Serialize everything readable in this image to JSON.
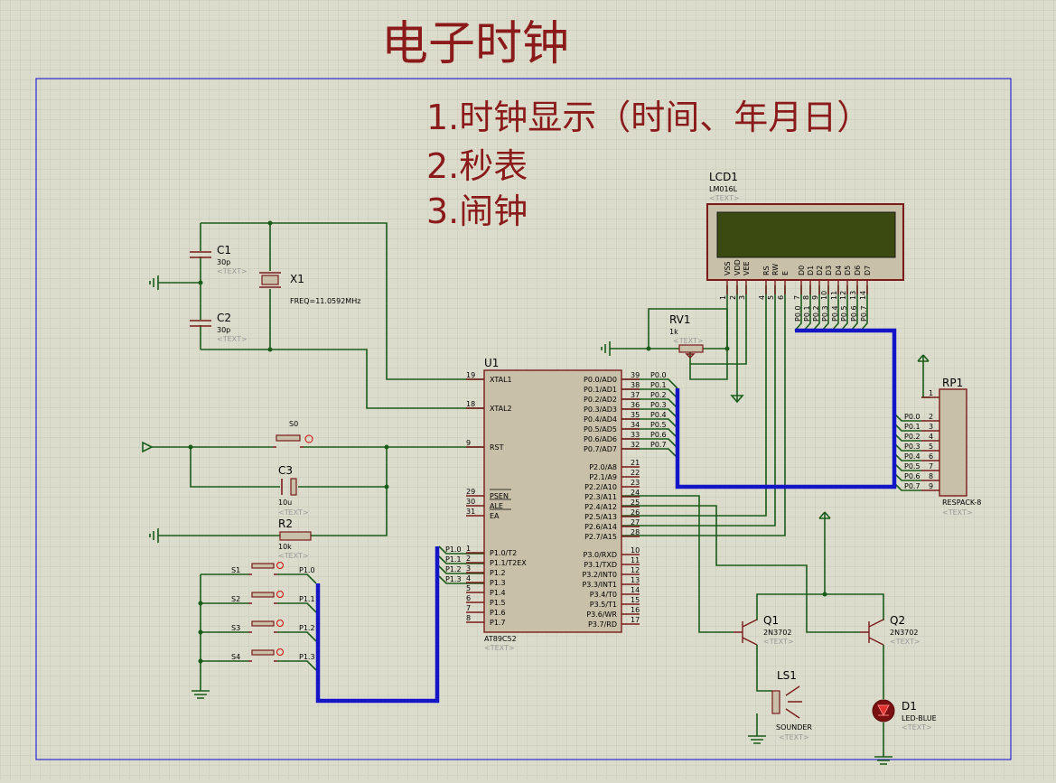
{
  "title": "电子时钟",
  "features": [
    "1.时钟显示（时间、年月日）",
    "2.秒表",
    "3.闹钟"
  ],
  "placeholder": "<TEXT>",
  "colors": {
    "background": "#dcdccc",
    "wire": "#1a5c1a",
    "bus": "#1515c8",
    "body": "#c8c0a8",
    "outline": "#7a1a1a",
    "title": "#8b1a1a",
    "lcd_screen": "#3a4a10"
  },
  "components": {
    "lcd1": {
      "ref": "LCD1",
      "value": "LM016L",
      "pins": [
        "VSS",
        "VDD",
        "VEE",
        "RS",
        "RW",
        "E",
        "D0",
        "D1",
        "D2",
        "D3",
        "D4",
        "D5",
        "D6",
        "D7"
      ],
      "pin_numbers": [
        "1",
        "2",
        "3",
        "4",
        "5",
        "6",
        "7",
        "8",
        "9",
        "10",
        "11",
        "12",
        "13",
        "14"
      ],
      "nets": [
        "P0.0",
        "P0.1",
        "P0.2",
        "P0.3",
        "P0.4",
        "P0.5",
        "P0.6",
        "P0.7"
      ]
    },
    "c1": {
      "ref": "C1",
      "value": "30p"
    },
    "c2": {
      "ref": "C2",
      "value": "30p"
    },
    "x1": {
      "ref": "X1",
      "value": "FREQ=11.0592MHz"
    },
    "rv1": {
      "ref": "RV1",
      "value": "1k"
    },
    "u1": {
      "ref": "U1",
      "value": "AT89C52",
      "left_pins": [
        [
          "XTAL1",
          "19"
        ],
        [
          "XTAL2",
          "18"
        ],
        [
          "RST",
          "9"
        ],
        [
          "PSEN",
          "29"
        ],
        [
          "ALE",
          "30"
        ],
        [
          "EA",
          "31"
        ],
        [
          "P1.0/T2",
          "1"
        ],
        [
          "P1.1/T2EX",
          "2"
        ],
        [
          "P1.2",
          "3"
        ],
        [
          "P1.3",
          "4"
        ],
        [
          "P1.4",
          "5"
        ],
        [
          "P1.5",
          "6"
        ],
        [
          "P1.6",
          "7"
        ],
        [
          "P1.7",
          "8"
        ]
      ],
      "right_p0": [
        [
          "P0.0/AD0",
          "39"
        ],
        [
          "P0.1/AD1",
          "38"
        ],
        [
          "P0.2/AD2",
          "37"
        ],
        [
          "P0.3/AD3",
          "36"
        ],
        [
          "P0.4/AD4",
          "35"
        ],
        [
          "P0.5/AD5",
          "34"
        ],
        [
          "P0.6/AD6",
          "33"
        ],
        [
          "P0.7/AD7",
          "32"
        ]
      ],
      "right_p2": [
        [
          "P2.0/A8",
          "21"
        ],
        [
          "P2.1/A9",
          "22"
        ],
        [
          "P2.2/A10",
          "23"
        ],
        [
          "P2.3/A11",
          "24"
        ],
        [
          "P2.4/A12",
          "25"
        ],
        [
          "P2.5/A13",
          "26"
        ],
        [
          "P2.6/A14",
          "27"
        ],
        [
          "P2.7/A15",
          "28"
        ]
      ],
      "right_p3": [
        [
          "P3.0/RXD",
          "10"
        ],
        [
          "P3.1/TXD",
          "11"
        ],
        [
          "P3.2/INT0",
          "12"
        ],
        [
          "P3.3/INT1",
          "13"
        ],
        [
          "P3.4/T0",
          "14"
        ],
        [
          "P3.5/T1",
          "15"
        ],
        [
          "P3.6/WR",
          "16"
        ],
        [
          "P3.7/RD",
          "17"
        ]
      ],
      "p0_nets": [
        "P0.0",
        "P0.1",
        "P0.2",
        "P0.3",
        "P0.4",
        "P0.5",
        "P0.6",
        "P0.7"
      ],
      "p1_nets": [
        "P1.0",
        "P1.1",
        "P1.2",
        "P1.3"
      ]
    },
    "s0": {
      "ref": "S0"
    },
    "c3": {
      "ref": "C3",
      "value": "10u"
    },
    "r2": {
      "ref": "R2",
      "value": "10k"
    },
    "switches": [
      {
        "ref": "S1",
        "net": "P1.0"
      },
      {
        "ref": "S2",
        "net": "P1.1"
      },
      {
        "ref": "S3",
        "net": "P1.2"
      },
      {
        "ref": "S4",
        "net": "P1.3"
      }
    ],
    "rp1": {
      "ref": "RP1",
      "value": "RESPACK-8",
      "pin_numbers": [
        "1",
        "2",
        "3",
        "4",
        "5",
        "6",
        "7",
        "8",
        "9"
      ],
      "nets": [
        "P0.0",
        "P0.1",
        "P0.2",
        "P0.3",
        "P0.4",
        "P0.5",
        "P0.6",
        "P0.7"
      ]
    },
    "q1": {
      "ref": "Q1",
      "value": "2N3702"
    },
    "q2": {
      "ref": "Q2",
      "value": "2N3702"
    },
    "ls1": {
      "ref": "LS1",
      "value": "SOUNDER"
    },
    "d1": {
      "ref": "D1",
      "value": "LED-BLUE"
    }
  }
}
